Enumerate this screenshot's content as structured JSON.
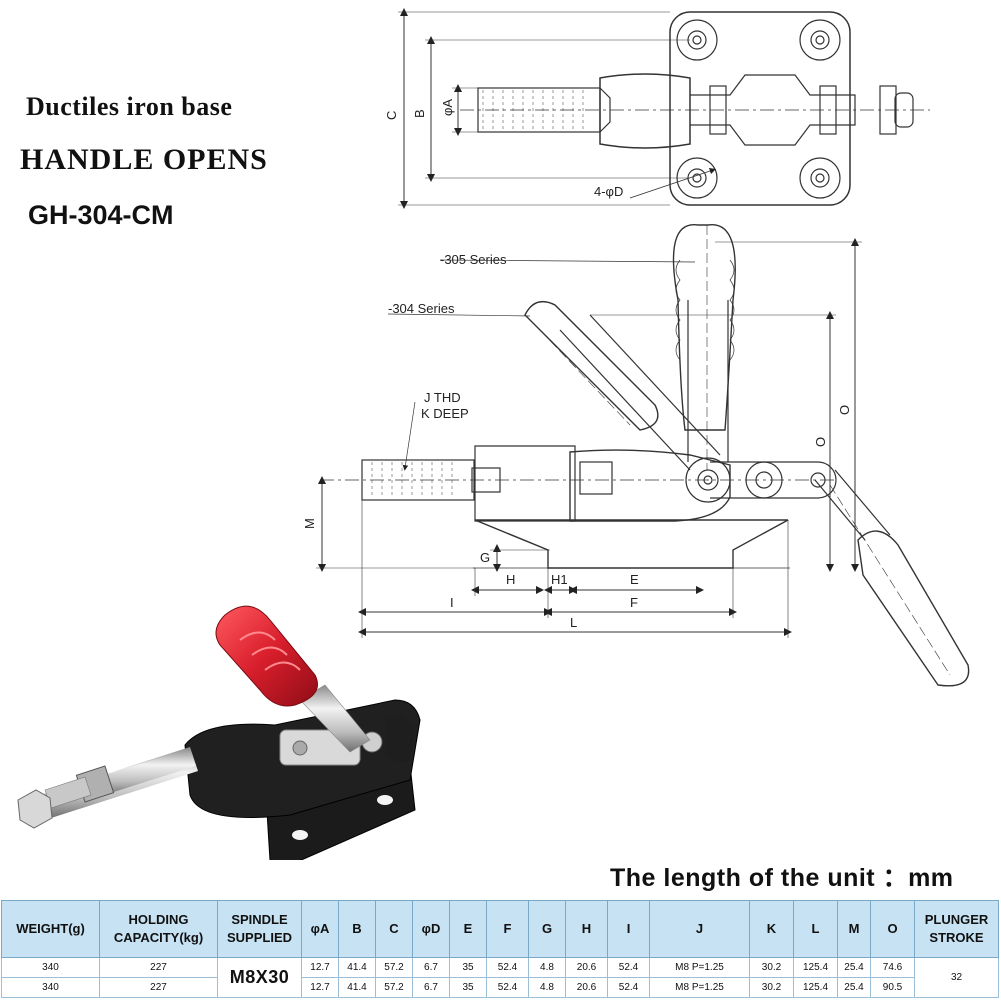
{
  "headline": {
    "material": "Ductiles iron base",
    "handle": "HANDLE OPENS",
    "model": "GH-304-CM"
  },
  "unit_note": "The length of the unit ：mm",
  "drawing_top": {
    "labels": {
      "c": "C",
      "b": "B",
      "phi_a": "φA",
      "hole_d": "4-φD"
    }
  },
  "drawing_side": {
    "labels": {
      "series_305": "-305 Series",
      "series_304": "-304 Series",
      "thread_j": "J  THD",
      "thread_k": "K DEEP",
      "m": "M",
      "g": "G",
      "h": "H",
      "h1": "H1",
      "e": "E",
      "i": "I",
      "f": "F",
      "l": "L",
      "o_outer": "O",
      "o_inner": "O"
    }
  },
  "spec_table": {
    "headers": [
      [
        "WEIGHT(g)"
      ],
      [
        "HOLDING",
        "CAPACITY(kg)"
      ],
      [
        "SPINDLE",
        "SUPPLIED"
      ],
      [
        "φA"
      ],
      [
        "B"
      ],
      [
        "C"
      ],
      [
        "φD"
      ],
      [
        "E"
      ],
      [
        "F"
      ],
      [
        "G"
      ],
      [
        "H"
      ],
      [
        "I"
      ],
      [
        "J"
      ],
      [
        "K"
      ],
      [
        "L"
      ],
      [
        "M"
      ],
      [
        "O"
      ],
      [
        "PLUNGER",
        "STROKE"
      ]
    ],
    "spindle": "M8X30",
    "plunger_stroke": "32",
    "rows": [
      {
        "weight": "340",
        "capacity": "227",
        "a": "12.7",
        "b": "41.4",
        "c": "57.2",
        "d": "6.7",
        "e": "35",
        "f": "52.4",
        "g": "4.8",
        "h": "20.6",
        "i": "52.4",
        "j": "M8 P=1.25",
        "k": "30.2",
        "l": "125.4",
        "m": "25.4",
        "o": "74.6"
      },
      {
        "weight": "340",
        "capacity": "227",
        "a": "12.7",
        "b": "41.4",
        "c": "57.2",
        "d": "6.7",
        "e": "35",
        "f": "52.4",
        "g": "4.8",
        "h": "20.6",
        "i": "52.4",
        "j": "M8 P=1.25",
        "k": "30.2",
        "l": "125.4",
        "m": "25.4",
        "o": "90.5"
      }
    ]
  },
  "colors": {
    "table_header_bg": "#c6e2f3",
    "handle_grip": "#d81e2c",
    "clamp_body": "#1b1b1b"
  }
}
